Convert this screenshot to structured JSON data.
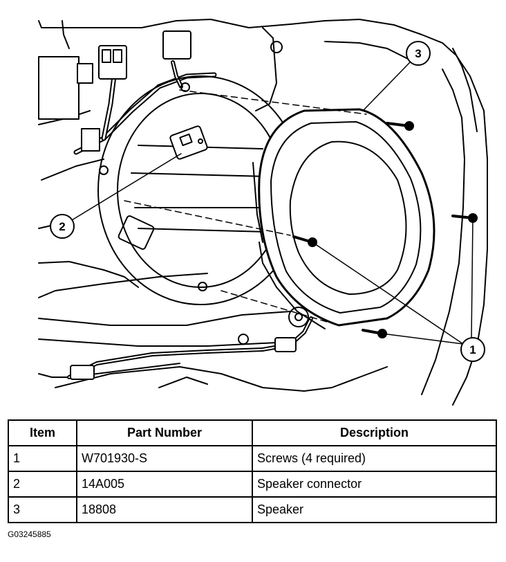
{
  "callouts": {
    "screws": "1",
    "connector": "2",
    "speaker": "3"
  },
  "table": {
    "headers": {
      "item": "Item",
      "part_number": "Part Number",
      "description": "Description"
    },
    "rows": [
      {
        "item": "1",
        "part_number": "W701930-S",
        "description": "Screws (4 required)"
      },
      {
        "item": "2",
        "part_number": "14A005",
        "description": "Speaker connector"
      },
      {
        "item": "3",
        "part_number": "18808",
        "description": "Speaker"
      }
    ]
  },
  "figure_id": "G03245885"
}
